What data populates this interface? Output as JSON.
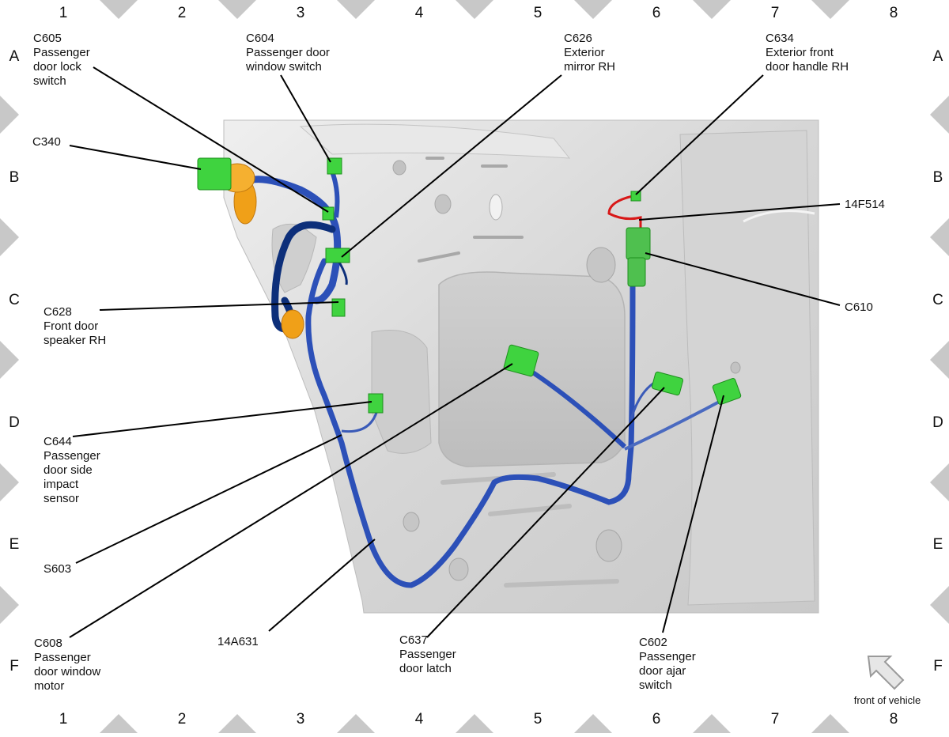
{
  "grid": {
    "columns": [
      "1",
      "2",
      "3",
      "4",
      "5",
      "6",
      "7",
      "8"
    ],
    "rows": [
      "A",
      "B",
      "C",
      "D",
      "E",
      "F"
    ]
  },
  "callouts": [
    {
      "id": "c605",
      "lines": [
        "C605",
        "Passenger",
        "door lock",
        "switch"
      ]
    },
    {
      "id": "c604",
      "lines": [
        "C604",
        "Passenger door",
        "window switch"
      ]
    },
    {
      "id": "c626",
      "lines": [
        "C626",
        "Exterior",
        "mirror RH"
      ]
    },
    {
      "id": "c634",
      "lines": [
        "C634",
        "Exterior front",
        "door handle RH"
      ]
    },
    {
      "id": "c340",
      "lines": [
        "C340"
      ]
    },
    {
      "id": "14f514",
      "lines": [
        "14F514"
      ]
    },
    {
      "id": "c610",
      "lines": [
        "C610"
      ]
    },
    {
      "id": "c628",
      "lines": [
        "C628",
        "Front door",
        "speaker RH"
      ]
    },
    {
      "id": "c644",
      "lines": [
        "C644",
        "Passenger",
        "door side",
        "impact",
        "sensor"
      ]
    },
    {
      "id": "s603",
      "lines": [
        "S603"
      ]
    },
    {
      "id": "c608",
      "lines": [
        "C608",
        "Passenger",
        "door window",
        "motor"
      ]
    },
    {
      "id": "14a631",
      "lines": [
        "14A631"
      ]
    },
    {
      "id": "c637",
      "lines": [
        "C637",
        "Passenger",
        "door latch"
      ]
    },
    {
      "id": "c602",
      "lines": [
        "C602",
        "Passenger",
        "door ajar",
        "switch"
      ]
    }
  ],
  "orientation": {
    "label": "front of vehicle",
    "icon": "arrow-up-left-icon"
  },
  "colors": {
    "harness": "#2c50b8",
    "harness_dark": "#0d2f7a",
    "connector": "#3fd33f",
    "connector_dark": "#1e8f1e",
    "grommet": "#f0a018",
    "red_wire": "#d81818",
    "panel": "#dcdcdc",
    "notch": "#c8c8c8"
  }
}
